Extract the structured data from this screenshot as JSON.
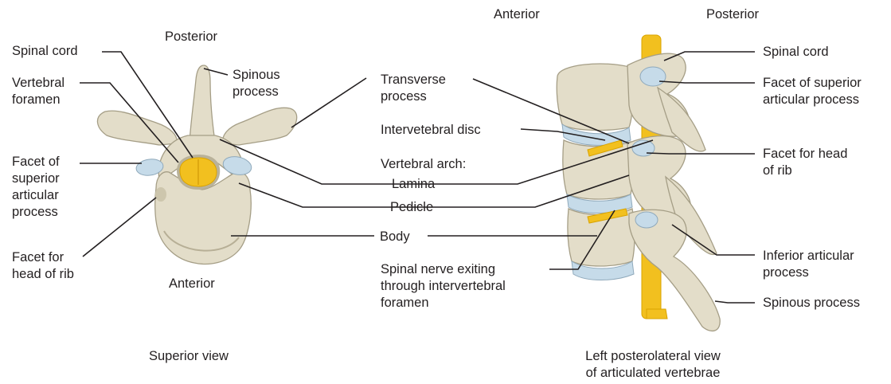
{
  "colors": {
    "bone": "#e3ddc9",
    "bone_shadow": "#c8c1a9",
    "bone_outline": "#a59e86",
    "cartilage": "#c6dbe9",
    "nerve": "#f2c01f",
    "nerve_dark": "#e0a800",
    "leader": "#231f20"
  },
  "superior_view": {
    "orientation_top": "Posterior",
    "orientation_bottom": "Anterior",
    "caption": "Superior view",
    "labels": {
      "spinal_cord": "Spinal cord",
      "vertebral_foramen": "Vertebral\nforamen",
      "facet_superior_articular": "Facet of\nsuperior\narticular\nprocess",
      "facet_head_of_rib": "Facet for\nhead of rib",
      "spinous_process": "Spinous\nprocess"
    }
  },
  "shared_labels": {
    "transverse_process": "Transverse\nprocess",
    "intervertebral_disc": "Intervetebral disc",
    "vertebral_arch": "Vertebral arch:",
    "lamina": "Lamina",
    "pedicle": "Pedicle",
    "body": "Body",
    "spinal_nerve": "Spinal nerve exiting\nthrough intervertebral\nforamen"
  },
  "lateral_view": {
    "orientation_left": "Anterior",
    "orientation_right": "Posterior",
    "caption": "Left posterolateral view\nof articulated vertebrae",
    "labels": {
      "spinal_cord": "Spinal cord",
      "facet_superior_articular": "Facet of superior\narticular process",
      "facet_head_of_rib": "Facet for head\nof rib",
      "inferior_articular": "Inferior articular\nprocess",
      "spinous_process": "Spinous process"
    }
  }
}
